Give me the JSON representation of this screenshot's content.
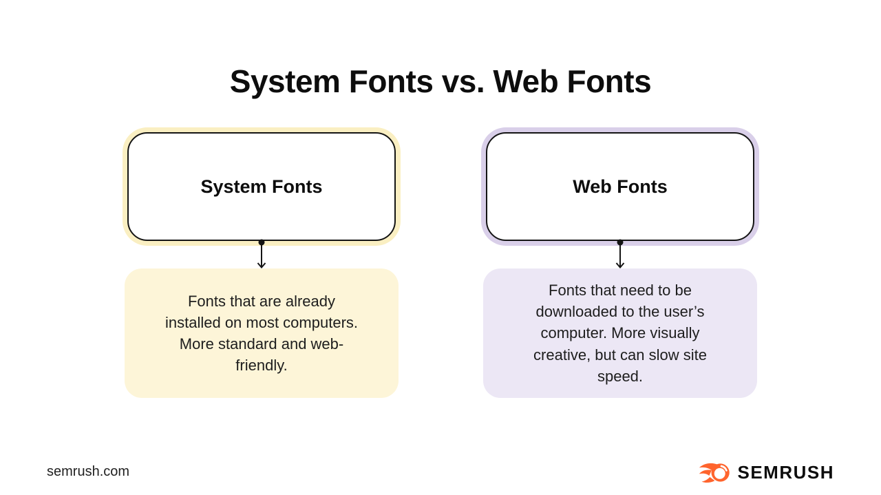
{
  "title": "System Fonts vs. Web Fonts",
  "columns": [
    {
      "heading": "System Fonts",
      "description": "Fonts that are already installed on most computers. More standard and web-friendly.",
      "colors": {
        "halo": "#FAEFC2",
        "description_bg": "#FDF5D8"
      }
    },
    {
      "heading": "Web Fonts",
      "description": "Fonts that need to be downloaded to the user’s computer. More visually creative, but can slow site speed.",
      "colors": {
        "halo": "#D9CFE9",
        "description_bg": "#ECE7F5"
      }
    }
  ],
  "connector": {
    "style": "dot-line-arrow",
    "color": "#141414"
  },
  "footer": {
    "website": "semrush.com",
    "logo": {
      "text": "SEMRUSH",
      "icon": "semrush-comet-icon",
      "accent_color": "#FF642D",
      "text_color": "#0D0D0D"
    }
  }
}
